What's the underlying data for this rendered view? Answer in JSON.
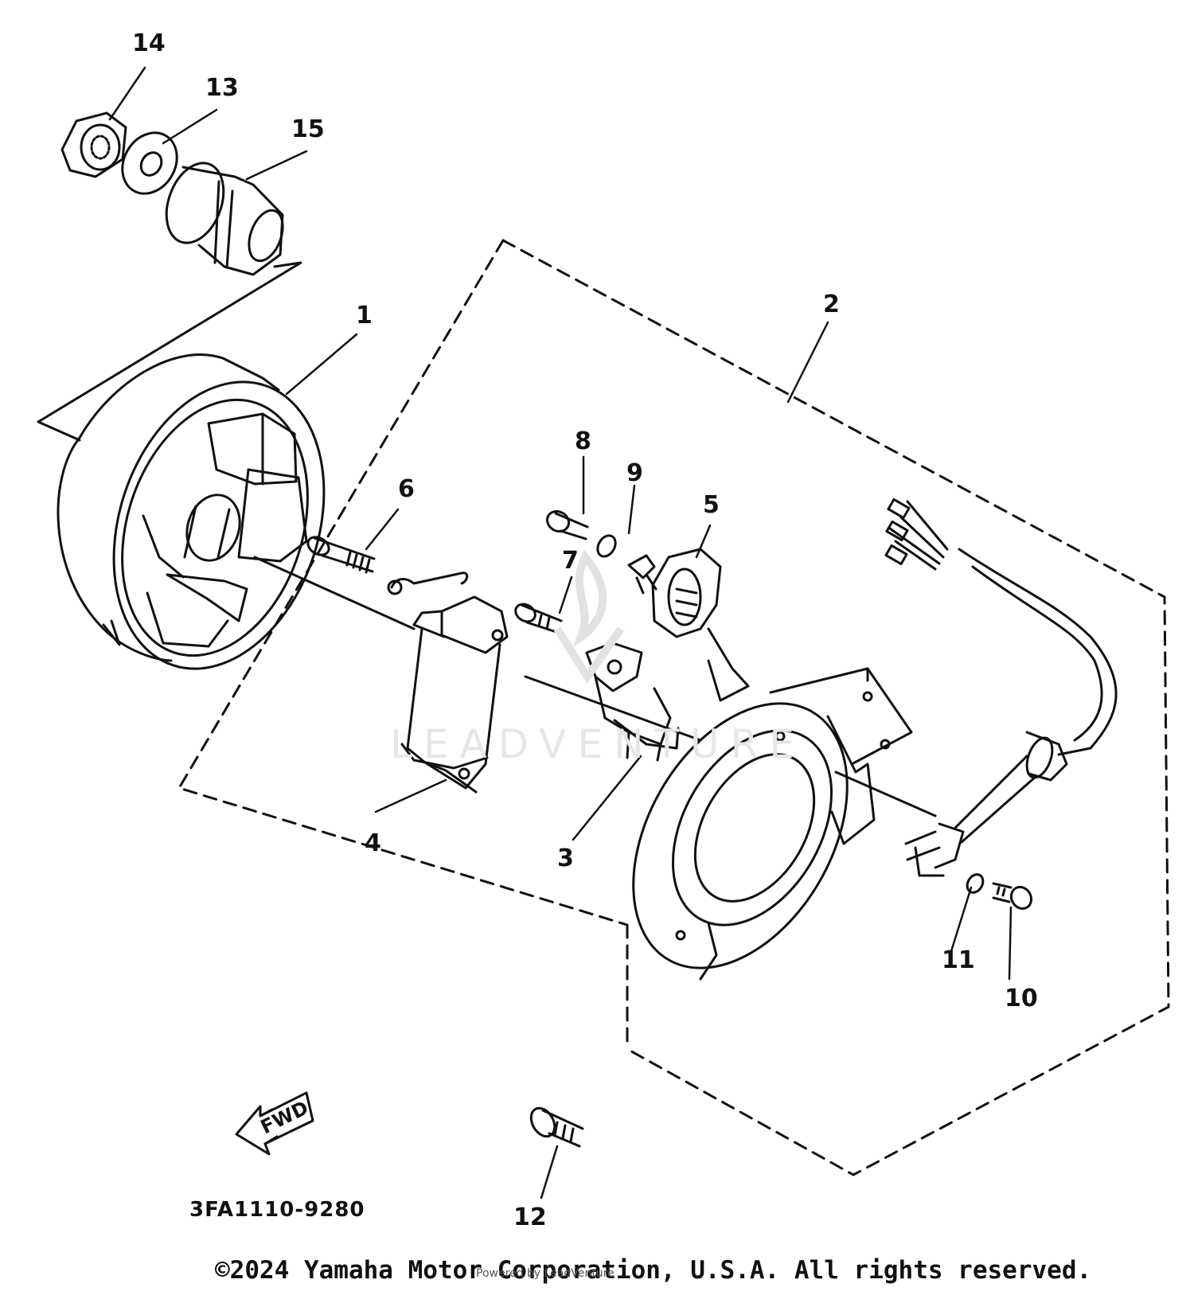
{
  "diagram": {
    "callouts": {
      "c1": "1",
      "c2": "2",
      "c3": "3",
      "c4": "4",
      "c5": "5",
      "c6": "6",
      "c7": "7",
      "c8": "8",
      "c9": "9",
      "c10": "10",
      "c11": "11",
      "c12": "12",
      "c13": "13",
      "c14": "14",
      "c15": "15"
    },
    "fwd_label": "FWD",
    "drawing_code": "3FA1110-9280",
    "copyright": "©2024 Yamaha Motor Corporation, U.S.A. All rights reserved.",
    "watermark": "LEADVENTURE",
    "overlay_credit": "Powered by LeadVenture"
  }
}
